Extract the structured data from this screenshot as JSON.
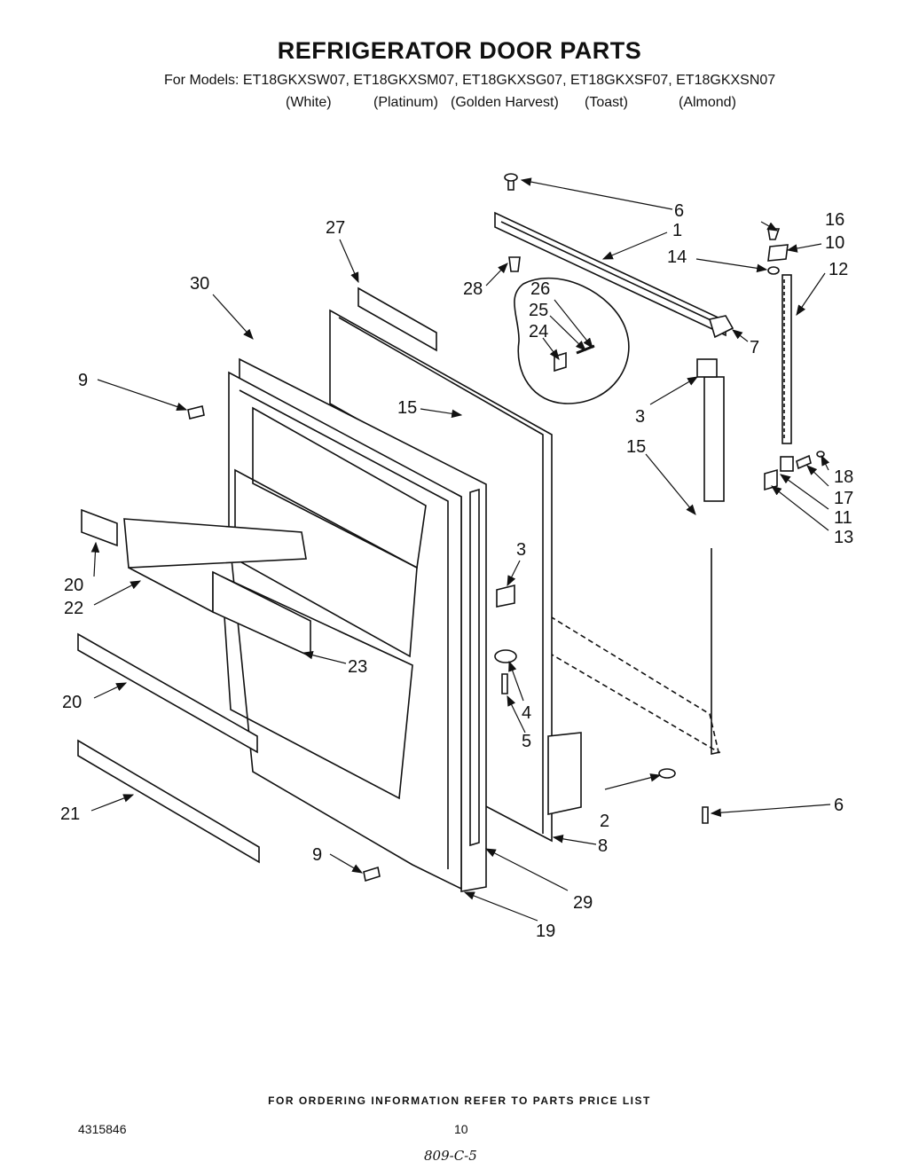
{
  "header": {
    "title": "REFRIGERATOR DOOR PARTS",
    "models_line": "For Models: ET18GKXSW07, ET18GKXSM07, ET18GKXSG07, ET18GKXSF07, ET18GKXSN07",
    "colors": [
      "(White)",
      "(Platinum)",
      "(Golden Harvest)",
      "(Toast)",
      "(Almond)"
    ]
  },
  "callouts": {
    "c1": "1",
    "c2": "2",
    "c3a": "3",
    "c3b": "3",
    "c4": "4",
    "c5": "5",
    "c6a": "6",
    "c6b": "6",
    "c7": "7",
    "c8": "8",
    "c9a": "9",
    "c9b": "9",
    "c10": "10",
    "c11": "11",
    "c12": "12",
    "c13": "13",
    "c14": "14",
    "c15a": "15",
    "c15b": "15",
    "c16": "16",
    "c17": "17",
    "c18": "18",
    "c19": "19",
    "c20a": "20",
    "c20b": "20",
    "c21": "21",
    "c22": "22",
    "c23": "23",
    "c24": "24",
    "c25": "25",
    "c26": "26",
    "c27": "27",
    "c28": "28",
    "c29": "29",
    "c30": "30"
  },
  "footer": {
    "ordering_note": "FOR ORDERING INFORMATION REFER TO PARTS PRICE LIST",
    "doc_number": "4315846",
    "page_number": "10",
    "handwritten": "809-C-5"
  }
}
